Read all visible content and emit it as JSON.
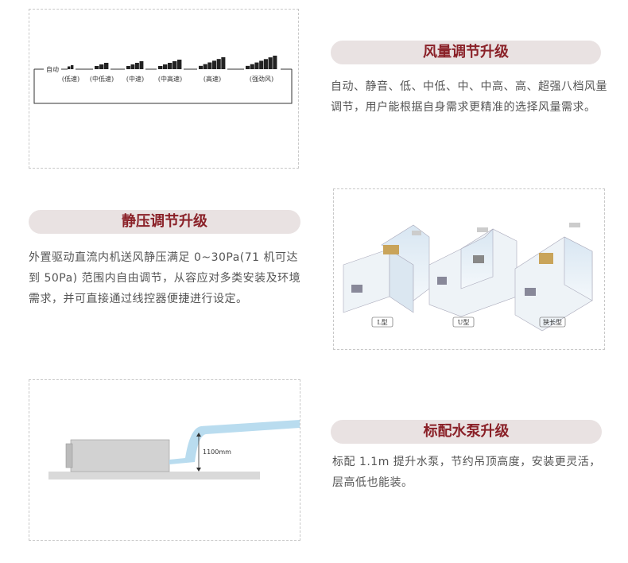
{
  "section1": {
    "title": "风量调节升级",
    "desc": "自动、静音、低、中低、中、中高、高、超强八档风量调节，用户能根据自身需求更精准的选择风量需求。",
    "diagram_start": "自动",
    "speeds": [
      "(低速)",
      "(中低速)",
      "(中速)",
      "(中高速)",
      "(高速)",
      "(强劲风)"
    ]
  },
  "section2": {
    "title": "静压调节升级",
    "desc": "外置驱动直流内机送风静压满足 0~30Pa(71 机可达到 50Pa) 范围内自由调节，从容应对多类安装及环境需求，并可直接通过线控器便捷进行设定。",
    "room_labels": [
      "L型",
      "U型",
      "狭长型"
    ]
  },
  "section3": {
    "title": "标配水泵升级",
    "desc": "标配 1.1m 提升水泵，节约吊顶高度，安装更灵活，层高低也能装。",
    "height_label": "1100mm"
  },
  "colors": {
    "accent": "#8a2128",
    "pill_bg": "#e9e2e2",
    "water": "#b9dcef"
  }
}
